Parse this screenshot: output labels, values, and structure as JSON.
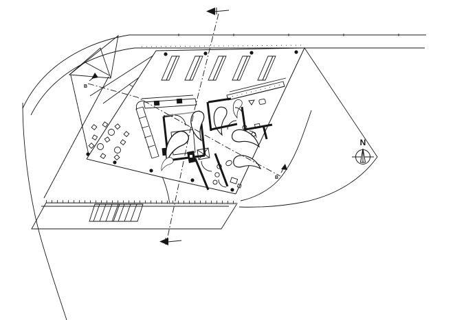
{
  "compass": {
    "label": "N"
  },
  "sections": {
    "b_label": "B"
  },
  "counts": {
    "skylights": 5,
    "stair_treads": 7
  },
  "palette": {
    "ink": "#161616",
    "gray_edge": "#8f8f8f",
    "paper": "#ffffff"
  }
}
